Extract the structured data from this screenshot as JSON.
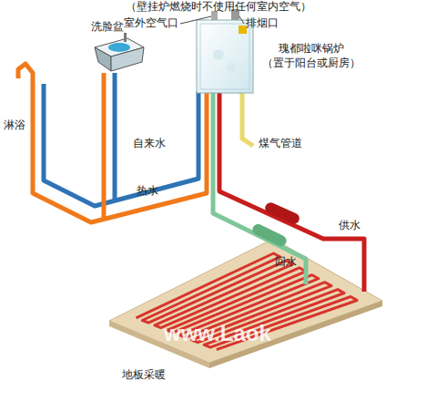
{
  "diagram": {
    "labels": [
      "（壁挂炉燃烧时不使用任何室内空气）",
      "室外空气口",
      "排烟口",
      "瑰都啦咪锅炉 （置于阳台或厨房）",
      "洗脸盆",
      "淋浴",
      "自来水",
      "热水",
      "煤气管道",
      "供水",
      "回水",
      "地板采暖",
      "www.Laok"
    ]
  }
}
